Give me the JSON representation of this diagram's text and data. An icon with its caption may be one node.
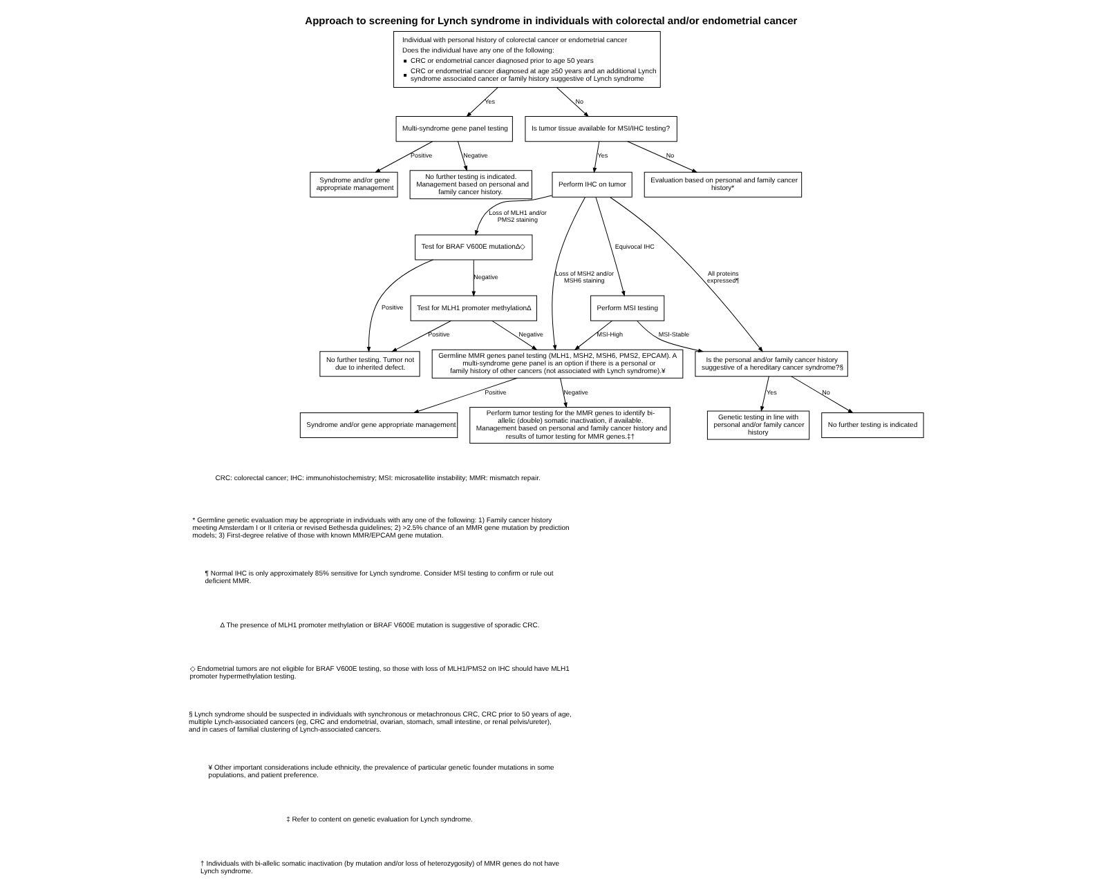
{
  "diagram": {
    "title": "Approach to screening for Lynch syndrome in individuals with colorectal and/or endometrial cancer",
    "nodes": [
      {
        "text": [
          "Individual with personal history of colorectal cancer or endometrial cancer",
          "Does the individual have any one of the following:",
          "CRC or endometrial cancer diagnosed prior to age 50 years",
          "CRC or endometrial cancer diagnosed at age ≥50 years and an additional Lynch syndrome associated cancer or family history suggestive of Lynch syndrome"
        ]
      },
      {
        "text": [
          "Multi-syndrome gene panel testing"
        ]
      },
      {
        "text": [
          "Is tumor tissue available for MSI/IHC testing?"
        ]
      },
      {
        "text": [
          "Syndrome and/or gene appropriate management"
        ]
      },
      {
        "text": [
          "No further testing is indicated. Management based on personal and family cancer history."
        ]
      },
      {
        "text": [
          "Perform IHC on tumor"
        ]
      },
      {
        "text": [
          "Evaluation based on personal and family cancer history*"
        ]
      },
      {
        "text": [
          "Test for BRAF V600E mutationΔ◇"
        ]
      },
      {
        "text": [
          "Perform MSI testing"
        ]
      },
      {
        "text": [
          "Test for MLH1 promoter methylationΔ"
        ]
      },
      {
        "text": [
          "Is the personal and/or family cancer history suggestive of a hereditary cancer syndrome?§"
        ]
      },
      {
        "text": [
          "No further testing. Tumor not due to inherited defect."
        ]
      },
      {
        "text": [
          "Germline MMR genes panel testing (MLH1, MSH2, MSH6, PMS2, EPCAM). A multi-syndrome gene panel is an option if there is a personal or family history of other cancers (not associated with Lynch syndrome).¥"
        ]
      },
      {
        "text": [
          "Syndrome and/or gene appropriate management"
        ]
      },
      {
        "text": [
          "Perform tumor testing for the MMR genes to identify bi-allelic (double) somatic inactivation, if available. Management based on personal and family cancer history and results of tumor testing for MMR genes.‡†"
        ]
      },
      {
        "text": [
          "Genetic testing in line with personal and/or family cancer history"
        ]
      },
      {
        "text": [
          "No further testing is indicated"
        ]
      }
    ],
    "edges": [
      {
        "from": 0,
        "to": 1,
        "arrow": "to",
        "label": "Yes"
      },
      {
        "from": 0,
        "to": 2,
        "arrow": "to",
        "label": "No"
      },
      {
        "from": 1,
        "to": 3,
        "arrow": "to",
        "label": "Positive"
      },
      {
        "from": 1,
        "to": 4,
        "arrow": "to",
        "label": "Negative"
      },
      {
        "from": 2,
        "to": 5,
        "arrow": "to",
        "label": "Yes"
      },
      {
        "from": 2,
        "to": 6,
        "arrow": "to",
        "label": "No"
      },
      {
        "from": 5,
        "to": 7,
        "arrow": "to",
        "label": "Loss of MLH1 and/or PMS2 staining"
      },
      {
        "from": 5,
        "to": 12,
        "arrow": "to",
        "label": "Loss of MSH2 and/or MSH6 staining"
      },
      {
        "from": 5,
        "to": 8,
        "arrow": "to",
        "label": "Equivocal IHC"
      },
      {
        "from": 5,
        "to": 10,
        "arrow": "to",
        "label": "All proteins expressed¶"
      },
      {
        "from": 7,
        "to": 11,
        "arrow": "to",
        "label": "Positive"
      },
      {
        "from": 7,
        "to": 9,
        "arrow": "to",
        "label": "Negative"
      },
      {
        "from": 8,
        "to": 12,
        "arrow": "to",
        "label": "MSI-High"
      },
      {
        "from": 8,
        "to": 10,
        "arrow": "to",
        "label": "MSI-Stable"
      },
      {
        "from": 9,
        "to": 11,
        "arrow": "to",
        "label": "Positive"
      },
      {
        "from": 9,
        "to": 12,
        "arrow": "to",
        "label": "Negative"
      },
      {
        "from": 10,
        "to": 15,
        "arrow": "to",
        "label": "Yes"
      },
      {
        "from": 10,
        "to": 16,
        "arrow": "to",
        "label": "No"
      },
      {
        "from": 12,
        "to": 13,
        "arrow": "to",
        "label": "Positive"
      },
      {
        "from": 12,
        "to": 14,
        "arrow": "to",
        "label": "Negative"
      }
    ],
    "labels": [
      "CRC: colorectal cancer; IHC: immunohistochemistry; MSI: microsatellite instability; MMR: mismatch repair.",
      "* Germline genetic evaluation may be appropriate in individuals with any one of the following: 1) Family cancer history meeting Amsterdam I or II criteria or revised Bethesda guidelines; 2) >2.5% chance of an MMR gene mutation by prediction models; 3) First-degree relative of those with known MMR/EPCAM gene mutation.",
      "¶ Normal IHC is only approximately 85% sensitive for Lynch syndrome. Consider MSI testing to confirm or rule out deficient MMR.",
      "Δ The presence of MLH1 promoter methylation or BRAF V600E mutation is suggestive of sporadic CRC.",
      "◇ Endometrial tumors are not eligible for BRAF V600E testing, so those with loss of MLH1/PMS2 on IHC should have MLH1 promoter hypermethylation testing.",
      "§ Lynch syndrome should be suspected in individuals with synchronous or metachronous CRC, CRC prior to 50 years of age, multiple Lynch-associated cancers (eg, CRC and endometrial, ovarian, stomach, small intestine, or renal pelvis/ureter), and in cases of familial clustering of Lynch-associated cancers.",
      "¥ Other important considerations include ethnicity, the prevalence of particular genetic founder mutations in some populations, and patient preference.",
      "‡ Refer to content on genetic evaluation for Lynch syndrome.",
      "† Individuals with bi-allelic somatic inactivation (by mutation and/or loss of heterozygosity) of MMR genes do not have Lynch syndrome."
    ]
  }
}
